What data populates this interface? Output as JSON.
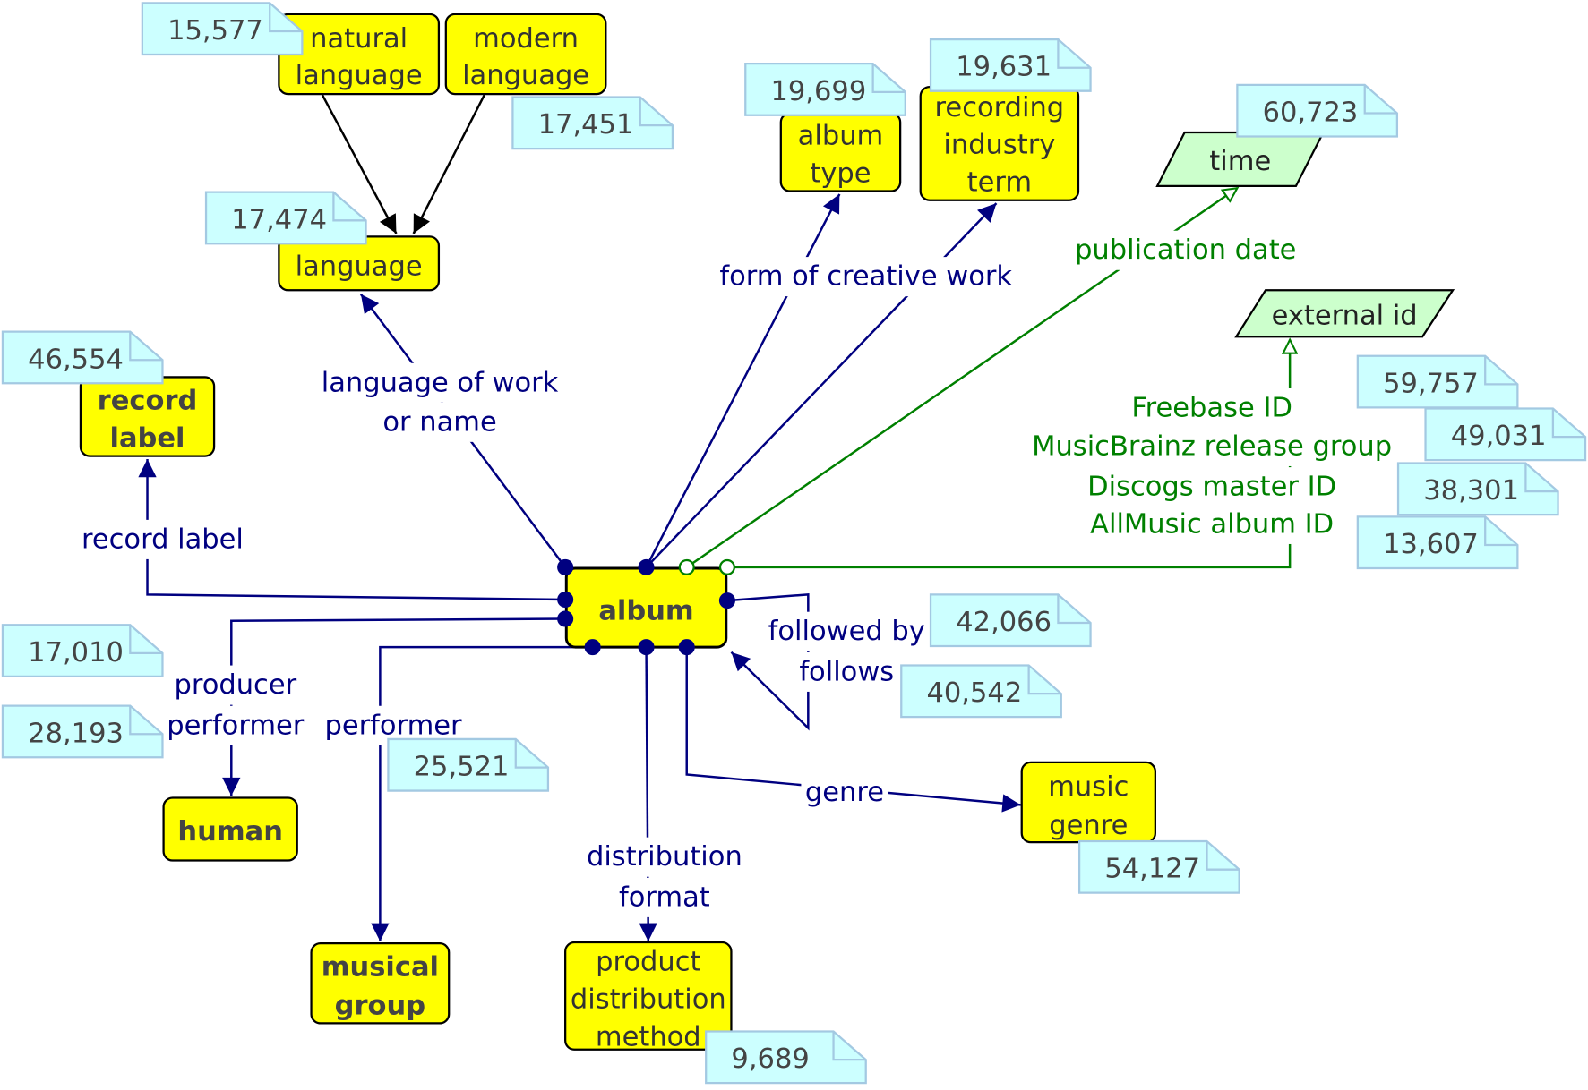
{
  "colors": {
    "node_fill": "#ffff00",
    "datatype_fill": "#ccffcc",
    "note_fill": "#ccffff",
    "note_border": "#a3c9e2",
    "item_edge": "#000080",
    "value_edge": "#008000",
    "subclass_edge": "#000000"
  },
  "nodes": {
    "natural_language": [
      "natural",
      "language"
    ],
    "modern_language": [
      "modern",
      "language"
    ],
    "language": [
      "language"
    ],
    "album_type": [
      "album",
      "type"
    ],
    "recording_industry_term": [
      "recording",
      "industry",
      "term"
    ],
    "time": [
      "time"
    ],
    "external_id": [
      "external id"
    ],
    "record_label": [
      "record",
      "label"
    ],
    "album": [
      "album"
    ],
    "human": [
      "human"
    ],
    "musical_group": [
      "musical",
      "group"
    ],
    "product_distribution_method": [
      "product",
      "distribution",
      "method"
    ],
    "music_genre": [
      "music",
      "genre"
    ]
  },
  "properties": {
    "language_of_work_or_name": [
      "language of work",
      "or name"
    ],
    "form_of_creative_work": [
      "form of creative work"
    ],
    "publication_date": [
      "publication date"
    ],
    "external_ids": [
      "Freebase ID",
      "MusicBrainz release group",
      "Discogs master ID",
      "AllMusic album ID"
    ],
    "record_label": [
      "record label"
    ],
    "producer_performer": [
      "producer",
      "performer"
    ],
    "performer": [
      "performer"
    ],
    "distribution_format": [
      "distribution",
      "format"
    ],
    "genre": [
      "genre"
    ],
    "followed_by_follows": [
      "followed by",
      "follows"
    ]
  },
  "counts": {
    "natural_language": "15,577",
    "modern_language": "17,451",
    "language": "17,474",
    "album_type": "19,699",
    "recording_industry_term": "19,631",
    "publication_date": "60,723",
    "record_label": "46,554",
    "freebase_id": "59,757",
    "musicbrainz_release_group": "49,031",
    "discogs_master_id": "38,301",
    "allmusic_album_id": "13,607",
    "producer": "17,010",
    "performer_human": "28,193",
    "followed_by": "42,066",
    "follows": "40,542",
    "performer_group": "25,521",
    "genre": "54,127",
    "distribution_format": "9,689"
  }
}
